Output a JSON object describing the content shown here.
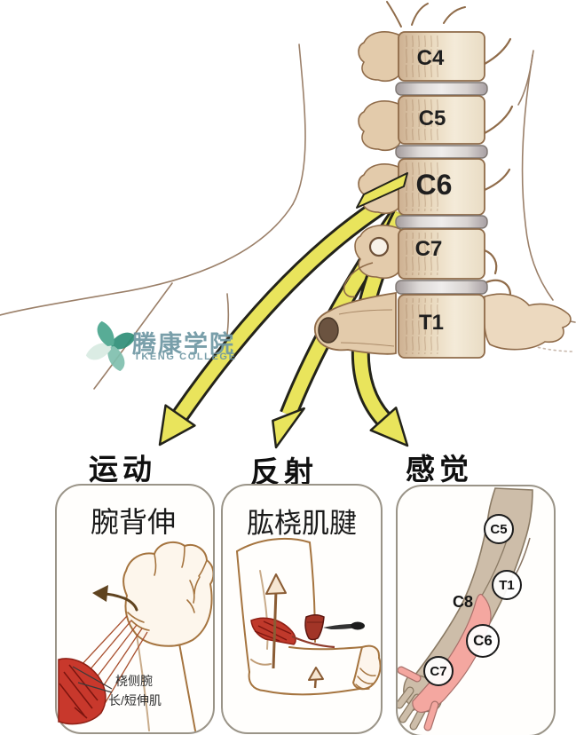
{
  "logo": {
    "name": "腾康学院",
    "subtitle": "TKENG COLLEGE"
  },
  "spine": {
    "vertebrae": [
      {
        "label": "C4"
      },
      {
        "label": "C5"
      },
      {
        "label": "C6"
      },
      {
        "label": "C7"
      },
      {
        "label": "T1"
      }
    ],
    "highlighted": "C6"
  },
  "branches": {
    "motor": "运动",
    "reflex": "反射",
    "sensory": "感觉"
  },
  "cards": {
    "motor": {
      "title": "腕背伸",
      "annotation": {
        "line1": "桡侧腕",
        "line2": "长/短伸肌"
      }
    },
    "reflex": {
      "title": "肱桡肌腱"
    },
    "sensory": {
      "labels": [
        {
          "text": "C5",
          "circled": true
        },
        {
          "text": "T1",
          "circled": true
        },
        {
          "text": "C8",
          "circled": false
        },
        {
          "text": "C6",
          "circled": true
        },
        {
          "text": "C7",
          "circled": true
        }
      ]
    }
  },
  "colors": {
    "nerve_yellow": "#e9e45c",
    "bone": "#eadcc3",
    "disc_gray": "#c6c0bc",
    "muscle_red": "#c43a2e",
    "dermatome_pink": "#f4a7a0",
    "logo_teal": "#2f8f78",
    "logo_text": "#6e97a3"
  }
}
